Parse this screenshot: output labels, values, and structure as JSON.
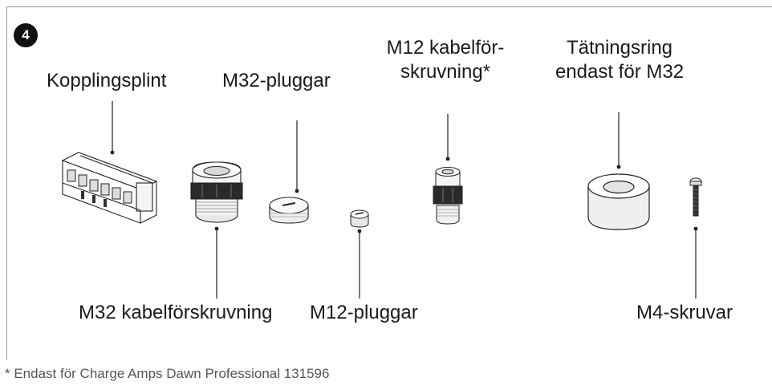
{
  "step_number": "4",
  "labels": {
    "terminal_block": "Kopplingsplint",
    "m32_plugs": "M32-pluggar",
    "m12_gland_line1": "M12 kabelför-",
    "m12_gland_line2": "skruvning*",
    "seal_ring_line1": "Tätningsring",
    "seal_ring_line2": "endast för M32",
    "m32_gland": "M32 kabelförskruvning",
    "m12_plugs": "M12-pluggar",
    "m4_screws": "M4-skruvar"
  },
  "footnote": "* Endast för Charge Amps Dawn Professional 131596"
}
